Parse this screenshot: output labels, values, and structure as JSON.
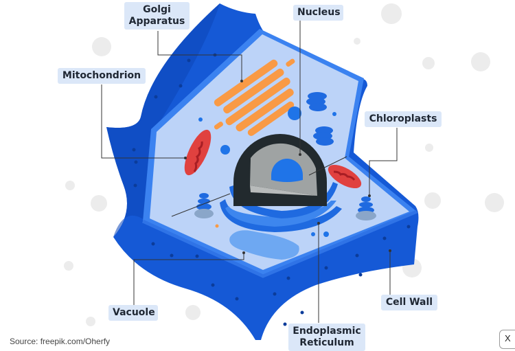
{
  "labels": {
    "golgi": "Golgi Apparatus",
    "nucleus": "Nucleus",
    "mitochondrion": "Mitochondrion",
    "chloroplasts": "Chloroplasts",
    "vacuole": "Vacuole",
    "cell_wall": "Cell Wall",
    "er": "Endoplasmic Reticulum"
  },
  "source": "Source: freepik.com/Oherfy",
  "close_label": "X",
  "colors": {
    "wall": "#1559d6",
    "wall_dark": "#0d45b8",
    "cytoplasm": "#bcd3f8",
    "golgi": "#f99a45",
    "mitochondrion": "#e0413f",
    "nucleus_envelope": "#222a2e",
    "nucleoplasm": "#9fa3a3",
    "nucleolus": "#1f74e8"
  }
}
